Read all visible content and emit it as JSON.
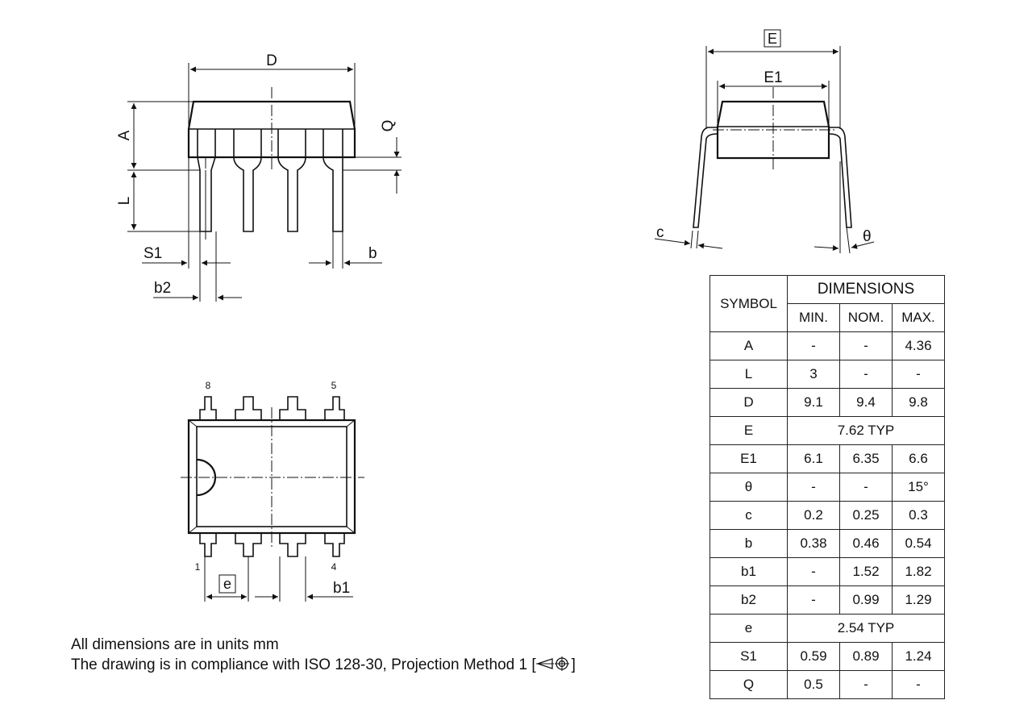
{
  "side_view": {
    "label_D": "D",
    "label_A": "A",
    "label_L": "L",
    "label_Q": "Q",
    "label_S1": "S1",
    "label_b": "b",
    "label_b2": "b2"
  },
  "end_view": {
    "label_E": "E",
    "label_E1": "E1",
    "label_c": "c",
    "label_theta": "θ"
  },
  "top_view": {
    "pin_8": "8",
    "pin_5": "5",
    "pin_1": "1",
    "pin_4": "4",
    "label_e": "e",
    "label_b1": "b1"
  },
  "notes": {
    "line1": "All dimensions are in units mm",
    "line2_prefix": "The drawing is in compliance with ISO 128-30, Projection Method 1 [",
    "line2_suffix": "]"
  },
  "table": {
    "symbol_header": "SYMBOL",
    "dimensions_header": "DIMENSIONS",
    "min_header": "MIN.",
    "nom_header": "NOM.",
    "max_header": "MAX.",
    "rows": [
      {
        "symbol": "A",
        "min": "-",
        "nom": "-",
        "max": "4.36"
      },
      {
        "symbol": "L",
        "min": "3",
        "nom": "-",
        "max": "-"
      },
      {
        "symbol": "D",
        "min": "9.1",
        "nom": "9.4",
        "max": "9.8"
      },
      {
        "symbol": "E",
        "merged": "7.62 TYP"
      },
      {
        "symbol": "E1",
        "min": "6.1",
        "nom": "6.35",
        "max": "6.6"
      },
      {
        "symbol": "θ",
        "min": "-",
        "nom": "-",
        "max": "15°"
      },
      {
        "symbol": "c",
        "min": "0.2",
        "nom": "0.25",
        "max": "0.3"
      },
      {
        "symbol": "b",
        "min": "0.38",
        "nom": "0.46",
        "max": "0.54"
      },
      {
        "symbol": "b1",
        "min": "-",
        "nom": "1.52",
        "max": "1.82"
      },
      {
        "symbol": "b2",
        "min": "-",
        "nom": "0.99",
        "max": "1.29"
      },
      {
        "symbol": "e",
        "merged": "2.54 TYP"
      },
      {
        "symbol": "S1",
        "min": "0.59",
        "nom": "0.89",
        "max": "1.24"
      },
      {
        "symbol": "Q",
        "min": "0.5",
        "nom": "-",
        "max": "-"
      }
    ]
  }
}
